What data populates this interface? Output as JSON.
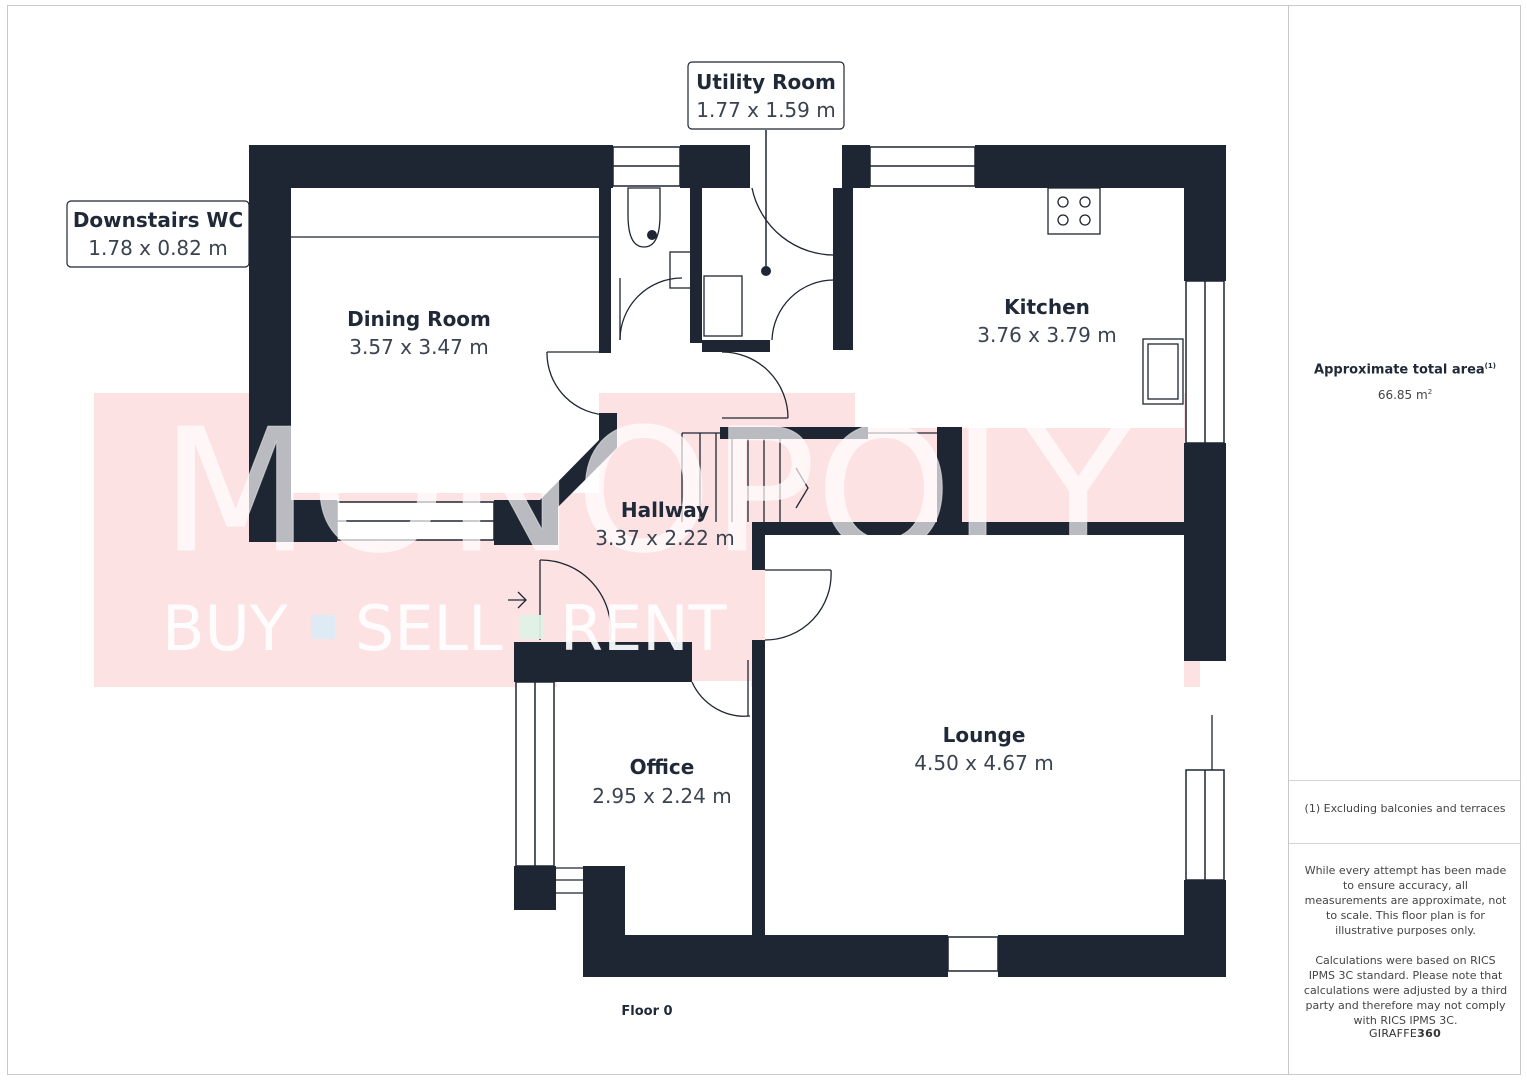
{
  "floor_label": "Floor 0",
  "rooms": {
    "downstairs_wc": {
      "name": "Downstairs WC",
      "size": "1.78 x 0.82 m"
    },
    "utility_room": {
      "name": "Utility Room",
      "size": "1.77 x 1.59 m"
    },
    "dining_room": {
      "name": "Dining Room",
      "size": "3.57 x 3.47 m"
    },
    "kitchen": {
      "name": "Kitchen",
      "size": "3.76 x 3.79 m"
    },
    "hallway": {
      "name": "Hallway",
      "size": "3.37 x 2.22 m"
    },
    "office": {
      "name": "Office",
      "size": "2.95 x 2.24 m"
    },
    "lounge": {
      "name": "Lounge",
      "size": "4.50 x 4.67 m"
    }
  },
  "watermark": {
    "name": "MONOPOLY",
    "tagline_parts": [
      "BUY",
      "SELL",
      "RENT"
    ],
    "registered": "®"
  },
  "sidebar": {
    "area_title": "Approximate total area",
    "area_marker": "(1)",
    "area_value": "66.85 m",
    "area_unit_sup": "2",
    "footnote": "(1) Excluding balconies and terraces",
    "disclaimer_1": "While every attempt has been made to ensure accuracy, all measurements are approximate, not to scale. This floor plan is for illustrative purposes only.",
    "disclaimer_2": "Calculations were based on RICS IPMS 3C standard. Please note that calculations were adjusted by a third party and therefore may not comply with RICS IPMS 3C.",
    "brand_light": "GIRAFFE",
    "brand_bold": "360"
  },
  "colors": {
    "wall": "#1e2633",
    "watermark_band": "#fde2e4",
    "watermark_text": "#ffffff"
  }
}
